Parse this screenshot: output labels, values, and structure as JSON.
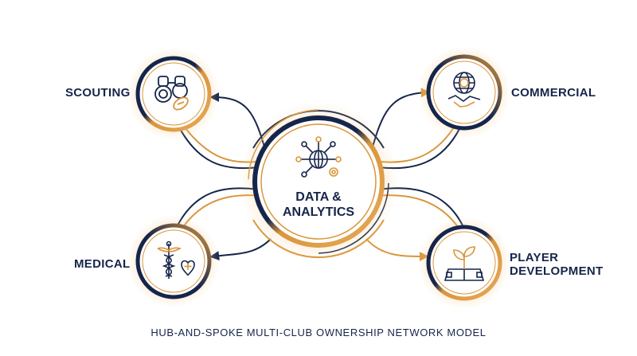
{
  "hub": {
    "label_line1": "DATA &",
    "label_line2": "ANALYTICS",
    "icon": "network-globe-gear-icon"
  },
  "spokes": {
    "scouting": {
      "label": "SCOUTING",
      "icon": "binoculars-football-icon"
    },
    "commercial": {
      "label": "COMMERCIAL",
      "icon": "globe-dollar-handshake-icon"
    },
    "medical": {
      "label": "MEDICAL",
      "icon": "caduceus-heart-icon"
    },
    "player_development": {
      "label_line1": "PLAYER",
      "label_line2": "DEVELOPMENT",
      "icon": "sprout-pitch-icon"
    }
  },
  "caption": "HUB-AND-SPOKE MULTI-CLUB OWNERSHIP NETWORK MODEL",
  "colors": {
    "navy": "#16254a",
    "gold": "#d9963c",
    "glow": "#f6c98a"
  }
}
